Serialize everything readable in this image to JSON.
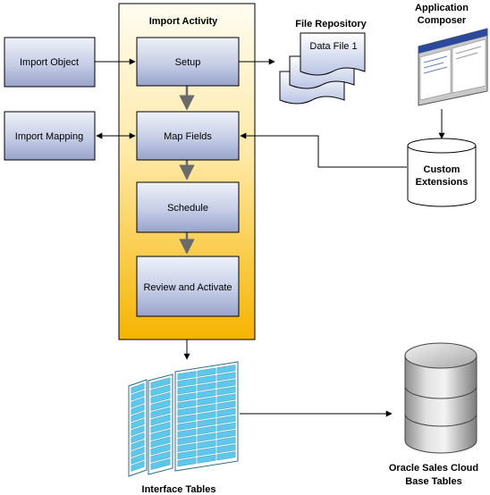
{
  "container": {
    "title": "Import Activity"
  },
  "steps": {
    "setup": "Setup",
    "map_fields": "Map Fields",
    "schedule": "Schedule",
    "review_activate": "Review and Activate"
  },
  "left": {
    "import_object": "Import Object",
    "import_mapping": "Import Mapping"
  },
  "file_repository": {
    "title": "File Repository",
    "file_label": "Data File 1"
  },
  "application_composer": {
    "line1": "Application",
    "line2": "Composer"
  },
  "custom_extensions": {
    "line1": "Custom",
    "line2": "Extensions"
  },
  "interface_tables": {
    "label": "Interface Tables"
  },
  "base_tables": {
    "line1": "Oracle Sales Cloud",
    "line2": "Base Tables"
  },
  "colors": {
    "box_fill_top": "#e9edf7",
    "box_fill_bottom": "#9aa6cc",
    "container_top": "#fffbe8",
    "container_bottom": "#f7b500",
    "table_cell": "#5fc8ea"
  }
}
